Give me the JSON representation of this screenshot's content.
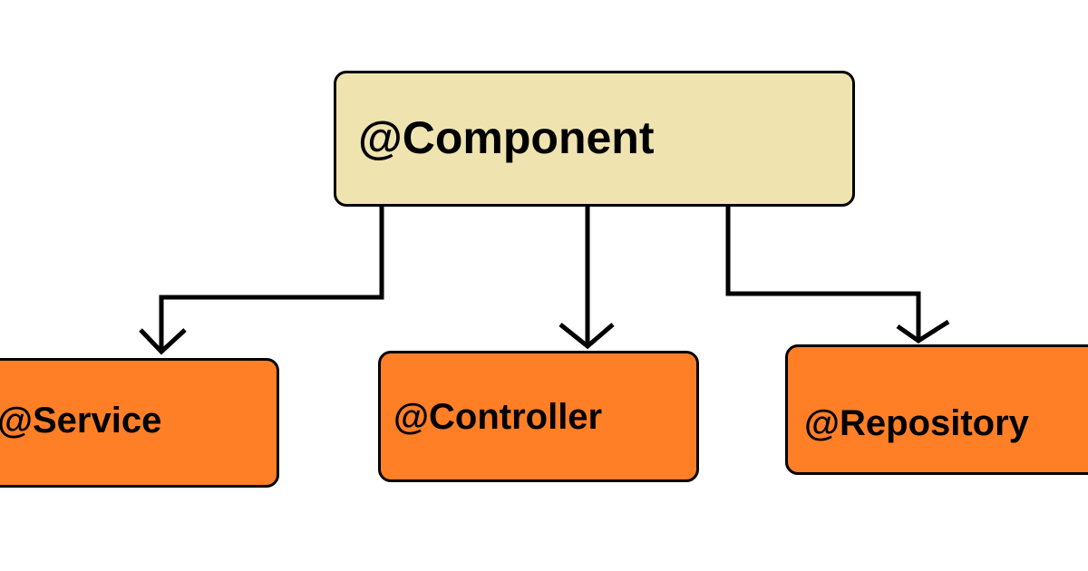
{
  "colors": {
    "parent_fill": "#efe4b0",
    "child_fill": "#ff7f27",
    "stroke": "#000000",
    "background": "#ffffff"
  },
  "diagram": {
    "parent": {
      "label": "@Component"
    },
    "children": [
      {
        "label": "@Service"
      },
      {
        "label": "@Controller"
      },
      {
        "label": "@Repository"
      }
    ]
  }
}
